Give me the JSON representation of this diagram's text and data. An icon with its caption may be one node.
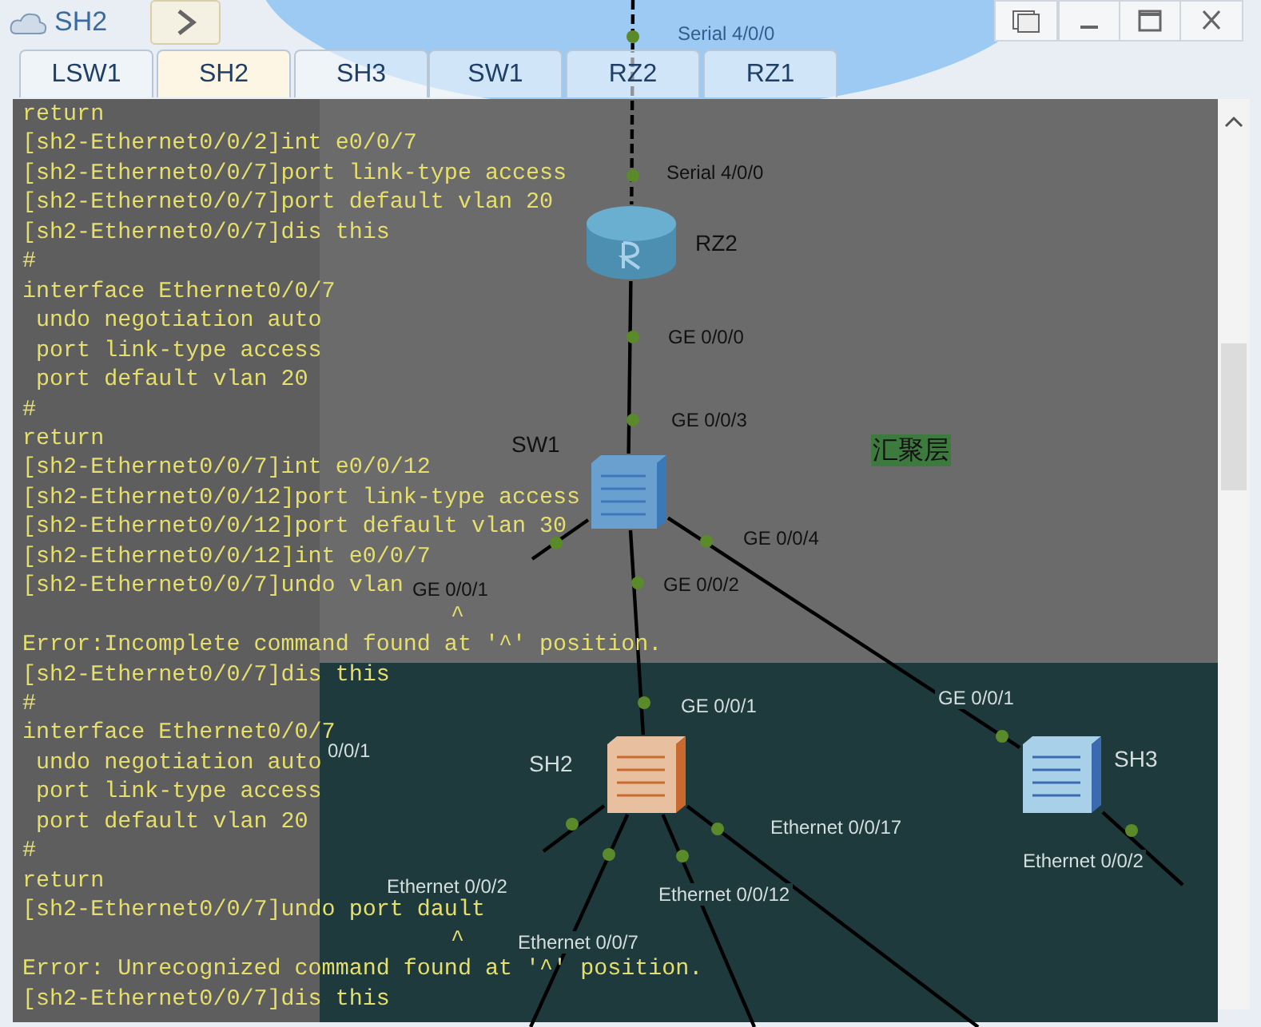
{
  "diagram": {
    "title": "SH2",
    "nodes": [
      {
        "text": [],
        "shape": "cylinder",
        "beside": [
          "RZ2"
        ]
      },
      {
        "text": [],
        "shape": "box",
        "beside": [
          "SW1"
        ]
      },
      {
        "text": [],
        "shape": "box",
        "beside": [
          "SH2"
        ]
      },
      {
        "text": [],
        "shape": "box",
        "beside": [
          "SH3"
        ]
      }
    ],
    "edges": [
      {
        "from": null,
        "to": 0,
        "arrow": "none",
        "style": "dashed"
      },
      {
        "from": 0,
        "to": 1,
        "arrow": "none"
      },
      {
        "from": 1,
        "to": null,
        "arrow": "none"
      },
      {
        "from": 1,
        "to": 2,
        "arrow": "none"
      },
      {
        "from": 1,
        "to": 3,
        "arrow": "none"
      },
      {
        "from": 2,
        "to": null,
        "arrow": "none"
      },
      {
        "from": 2,
        "to": null,
        "arrow": "none"
      },
      {
        "from": 2,
        "to": null,
        "arrow": "none"
      },
      {
        "from": 2,
        "to": null,
        "arrow": "none"
      },
      {
        "from": 3,
        "to": null,
        "arrow": "none"
      }
    ],
    "labels": [
      "LSW1",
      "SH2",
      "SH3",
      "SW1",
      "RZ2",
      "RZ1",
      "Serial 4/0/0",
      "Serial 4/0/0",
      "GE 0/0/0",
      "GE 0/0/3",
      "汇聚层",
      "GE 0/0/1",
      "GE 0/0/4",
      "GE 0/0/2",
      "GE 0/0/1",
      "GE 0/0/1",
      "0/0/1",
      "Ethernet 0/0/17",
      "Ethernet 0/0/2",
      "Ethernet 0/0/12",
      "Ethernet 0/0/7",
      "Ethernet 0/0/2",
      "return",
      "[sh2-Ethernet0/0/2]int e0/0/7",
      "[sh2-Ethernet0/0/7]port link-type access",
      "[sh2-Ethernet0/0/7]port default vlan 20",
      "[sh2-Ethernet0/0/7]dis this",
      "#",
      "interface Ethernet0/0/7",
      " undo negotiation auto",
      " port link-type access",
      " port default vlan 20",
      "#",
      "return",
      "[sh2-Ethernet0/0/7]int e0/0/12",
      "[sh2-Ethernet0/0/12]port link-type access",
      "[sh2-Ethernet0/0/12]port default vlan 30",
      "[sh2-Ethernet0/0/12]int e0/0/7",
      "[sh2-Ethernet0/0/7]undo vlan",
      "^",
      "Error:Incomplete command found at '^' position.",
      "[sh2-Ethernet0/0/7]dis this",
      "#",
      "interface Ethernet0/0/7",
      " undo negotiation auto",
      " port link-type access",
      " port default vlan 20",
      "#",
      "return",
      "[sh2-Ethernet0/0/7]undo port dault",
      "^",
      "Error: Unrecognized command found at '^' position.",
      "[sh2-Ethernet0/0/7]dis this"
    ]
  }
}
